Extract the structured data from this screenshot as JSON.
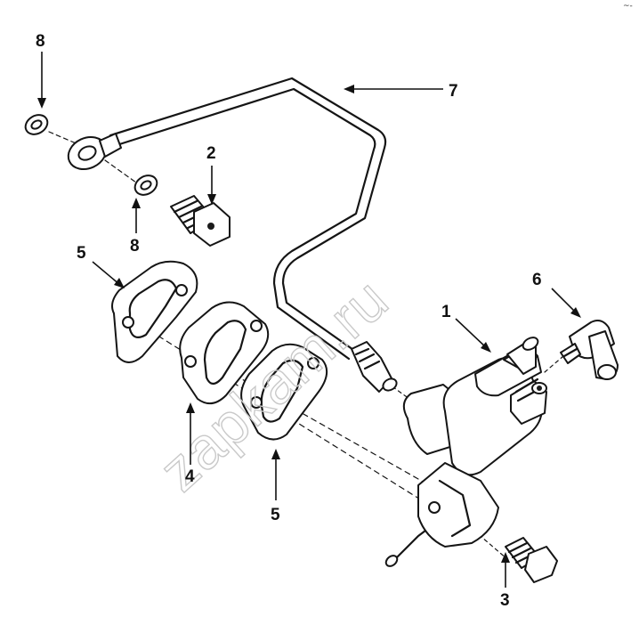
{
  "watermark": "zapkam.ru",
  "corner_mark": "~-",
  "callouts": [
    {
      "id": "1",
      "text": "1"
    },
    {
      "id": "2",
      "text": "2"
    },
    {
      "id": "3",
      "text": "3"
    },
    {
      "id": "4",
      "text": "4"
    },
    {
      "id": "5a",
      "text": "5"
    },
    {
      "id": "5b",
      "text": "5"
    },
    {
      "id": "6",
      "text": "6"
    },
    {
      "id": "7",
      "text": "7"
    },
    {
      "id": "8a",
      "text": "8"
    },
    {
      "id": "8b",
      "text": "8"
    }
  ]
}
